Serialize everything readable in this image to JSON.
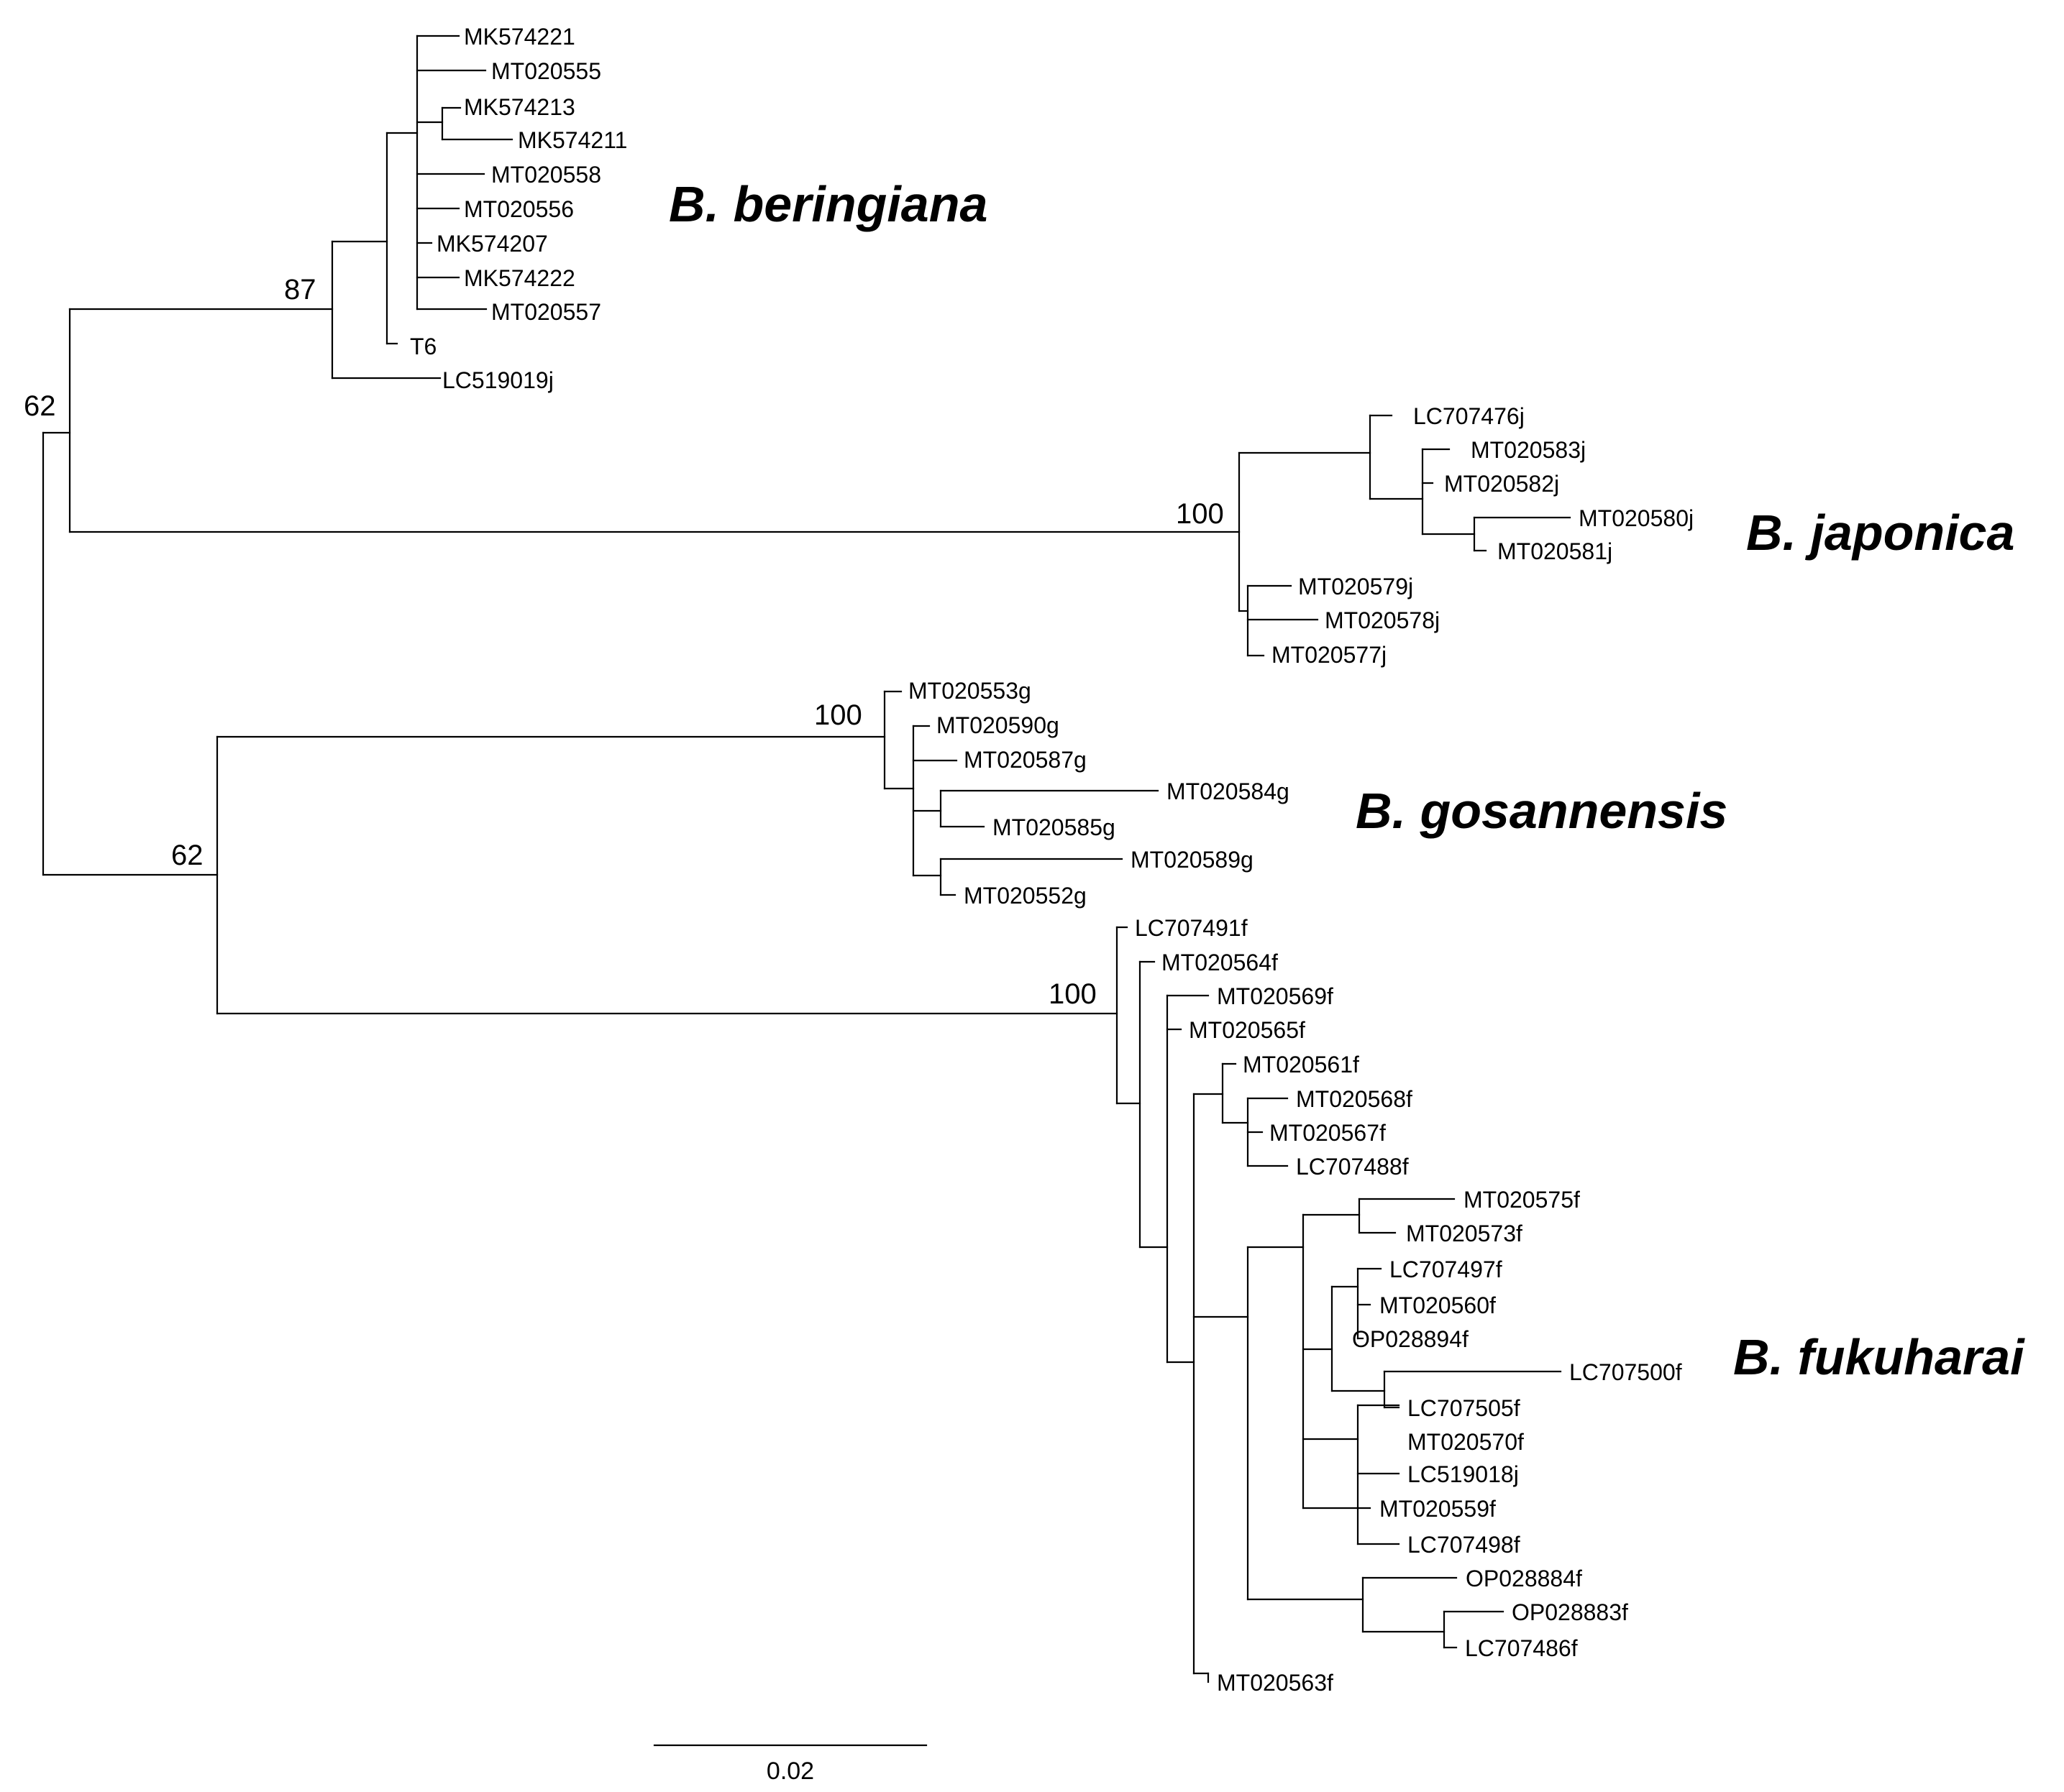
{
  "leaves": [
    "MK574221",
    "MT020555",
    "MK574213",
    "MK574211",
    "MT020558",
    "MT020556",
    "MK574207",
    "MK574222",
    "MT020557",
    "T6",
    "LC519019j",
    "LC707476j",
    "MT020583j",
    "MT020582j",
    "MT020580j",
    "MT020581j",
    "MT020579j",
    "MT020578j",
    "MT020577j",
    "MT020553g",
    "MT020590g",
    "MT020587g",
    "MT020584g",
    "MT020585g",
    "MT020589g",
    "MT020552g",
    "LC707491f",
    "MT020564f",
    "MT020569f",
    "MT020565f",
    "MT020561f",
    "MT020568f",
    "MT020567f",
    "LC707488f",
    "MT020575f",
    "MT020573f",
    "LC707497f",
    "MT020560f",
    "OP028894f",
    "LC707500f",
    "LC707505f",
    "MT020570f",
    "LC519018j",
    "MT020559f",
    "LC707498f",
    "OP028884f",
    "OP028883f",
    "LC707486f",
    "MT020563f"
  ],
  "bootstrap": {
    "beringiana": "87",
    "root_upper": "62",
    "japonica": "100",
    "lower": "62",
    "gosannensis": "100",
    "fukuharai": "100"
  },
  "clades": {
    "beringiana": "B. beringiana",
    "japonica": "B. japonica",
    "gosannensis": "B. gosannensis",
    "fukuharai": "B. fukuharai"
  },
  "scale": {
    "label": "0.02",
    "value": 0.02
  }
}
